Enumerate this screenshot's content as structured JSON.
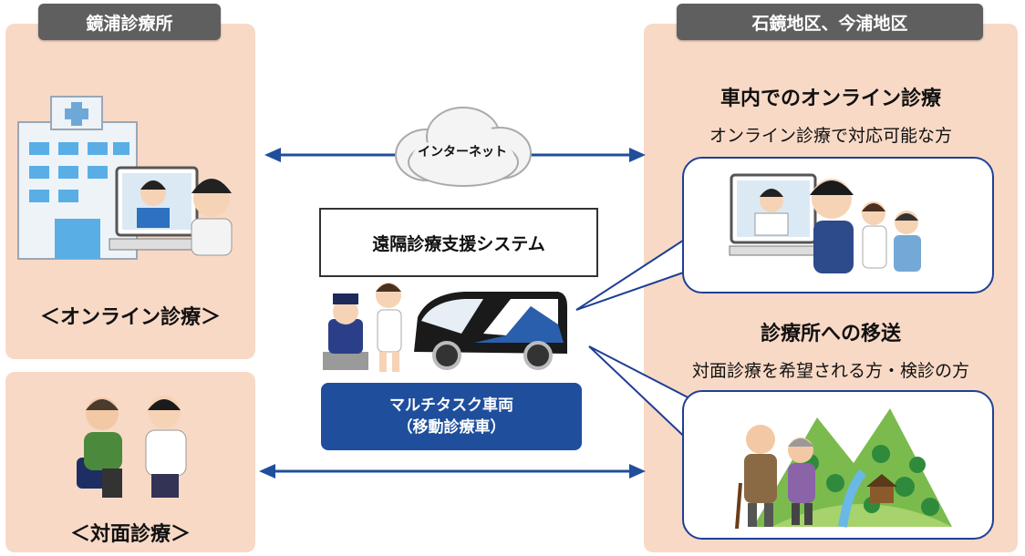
{
  "left": {
    "clinic_title": "鏡浦診療所",
    "online_caption": "＜オンライン診療＞",
    "inperson_caption": "＜対面診療＞"
  },
  "right": {
    "area_title": "石鏡地区、今浦地区",
    "online_heading": "車内でのオンライン診療",
    "online_sub": "オンライン診療で対応可能な方",
    "transport_heading": "診療所への移送",
    "transport_sub": "対面診療を希望される方・検診の方"
  },
  "center": {
    "internet_label": "インターネット",
    "system_label": "遠隔診療支援システム",
    "vehicle_line1": "マルチタスク車両",
    "vehicle_line2": "（移動診療車）"
  },
  "colors": {
    "panel": "#f8d9c6",
    "arrow": "#1f4f9c",
    "header": "#5f5f5f"
  }
}
